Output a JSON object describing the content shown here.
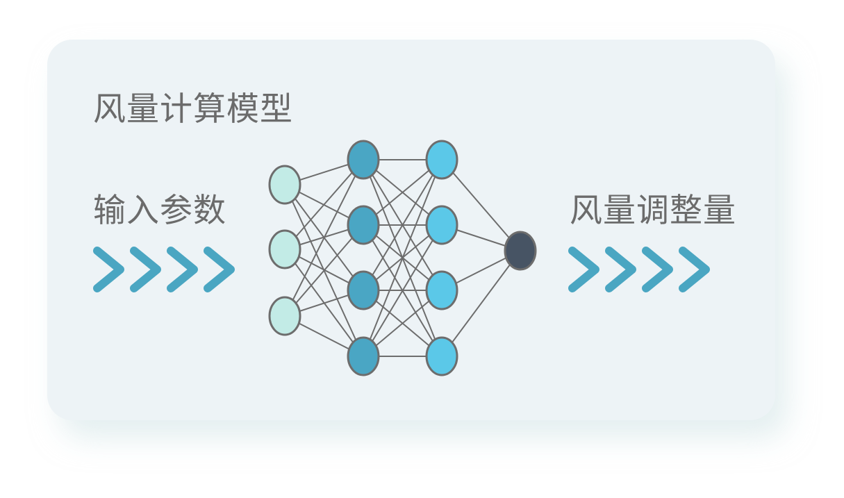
{
  "title": "风量计算模型",
  "input_label": "输入参数",
  "output_label": "风量调整量",
  "colors": {
    "card_bg": "#edf3f6",
    "text": "#6b6b6b",
    "chevron": "#4aa6c2",
    "edge": "#6d6d6d",
    "input_node": "#c2ebe6",
    "hidden1_node": "#4aa6c4",
    "hidden2_node": "#5bc8e8",
    "output_node": "#475464"
  },
  "network": {
    "layers": [
      {
        "name": "input",
        "nodes": 3
      },
      {
        "name": "hidden-1",
        "nodes": 4
      },
      {
        "name": "hidden-2",
        "nodes": 4
      },
      {
        "name": "output",
        "nodes": 1
      }
    ]
  },
  "chevron_count": {
    "input": 4,
    "output": 4
  }
}
